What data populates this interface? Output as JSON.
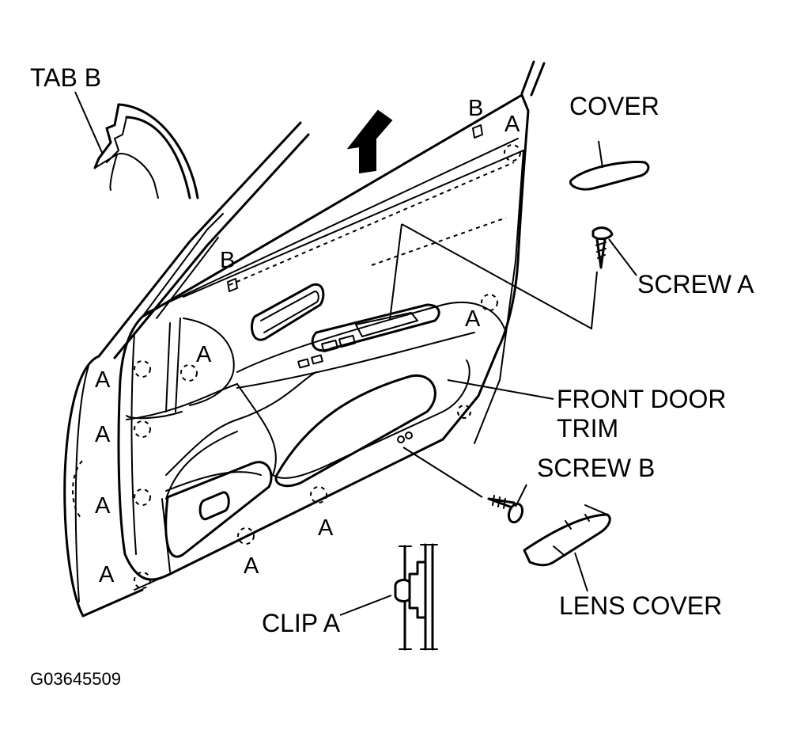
{
  "labels": {
    "tab_b": "TAB B",
    "cover": "COVER",
    "screw_a": "SCREW A",
    "front_door_trim_line1": "FRONT DOOR",
    "front_door_trim_line2": "TRIM",
    "screw_b": "SCREW B",
    "lens_cover": "LENS COVER",
    "clip_a": "CLIP A",
    "b": "B",
    "a": "A"
  },
  "figure_code": "G03645509"
}
